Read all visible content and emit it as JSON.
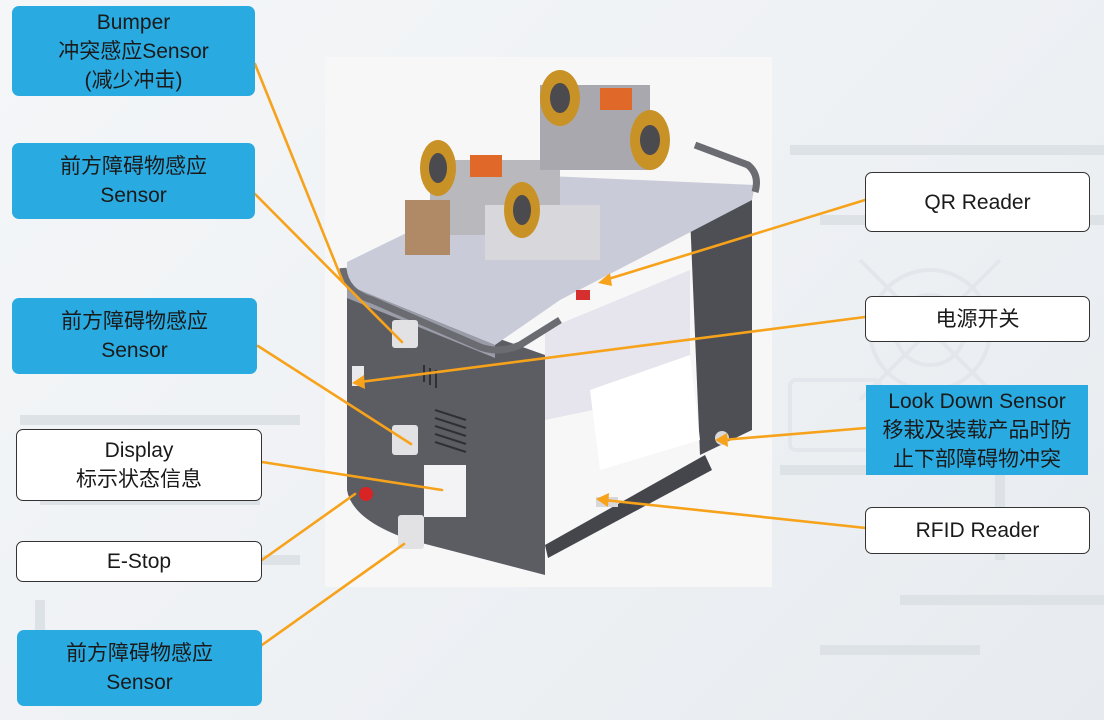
{
  "callouts": {
    "bumper": [
      "Bumper",
      "冲突感应Sensor",
      "(减少冲击)"
    ],
    "front_sensor_1": [
      "前方障碍物感应",
      "Sensor"
    ],
    "front_sensor_2": [
      "前方障碍物感应",
      "Sensor"
    ],
    "display": [
      "Display",
      "标示状态信息"
    ],
    "estop": [
      "E-Stop"
    ],
    "front_sensor_3": [
      "前方障碍物感应",
      "Sensor"
    ],
    "qr_reader": [
      "QR Reader"
    ],
    "power_switch": [
      "电源开关"
    ],
    "look_down": [
      "Look Down Sensor",
      "移栽及装载产品时防",
      "止下部障碍物冲突"
    ],
    "rfid_reader": [
      "RFID Reader"
    ]
  },
  "colors": {
    "callout_fill": "#29abe2",
    "leader_line": "#f7a21b",
    "body_gray": "#55575d",
    "top_plate": "#c9ccd8",
    "wheel": "#c99226"
  }
}
